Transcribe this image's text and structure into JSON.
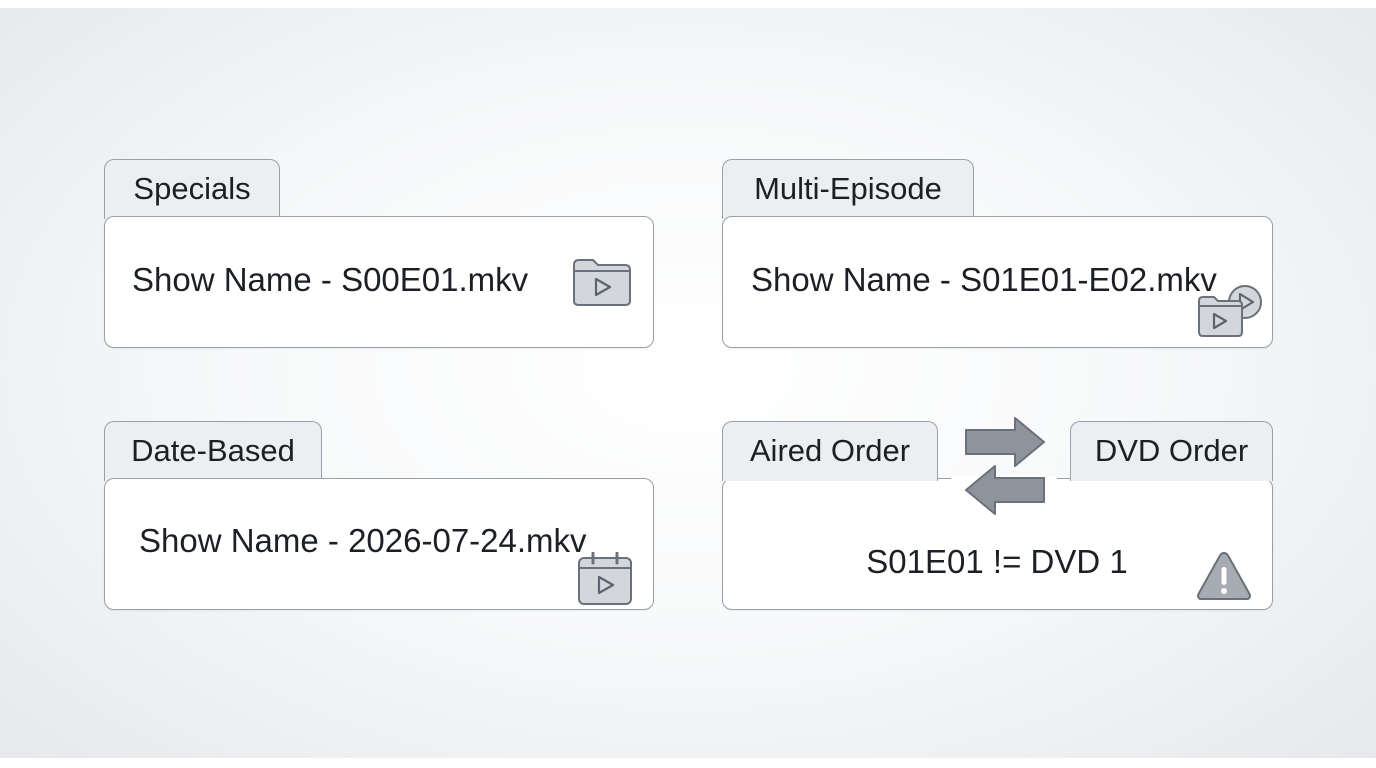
{
  "panels": {
    "specials": {
      "tab_label": "Specials",
      "filename": "Show Name - S00E01.mkv",
      "icon": "folder-play-icon"
    },
    "multi_episode": {
      "tab_label": "Multi-Episode",
      "filename": "Show Name - S01E01-E02.mkv",
      "icon": "folder-play-stack-icon"
    },
    "date_based": {
      "tab_label": "Date-Based",
      "filename": "Show Name - 2026-07-24.mkv",
      "icon": "calendar-play-icon"
    },
    "order": {
      "tab_aired_label": "Aired Order",
      "tab_dvd_label": "DVD Order",
      "comparison": "S01E01 != DVD 1",
      "swap_icon": "swap-arrows-icon",
      "warning_icon": "warning-icon"
    }
  },
  "colors": {
    "tab_fill": "#eceef1",
    "border": "#9aa0a8",
    "icon_fill": "#d3d7dc",
    "icon_stroke": "#6b717a",
    "arrow_fill": "#8e949c",
    "warning_fill": "#a7acb3"
  }
}
